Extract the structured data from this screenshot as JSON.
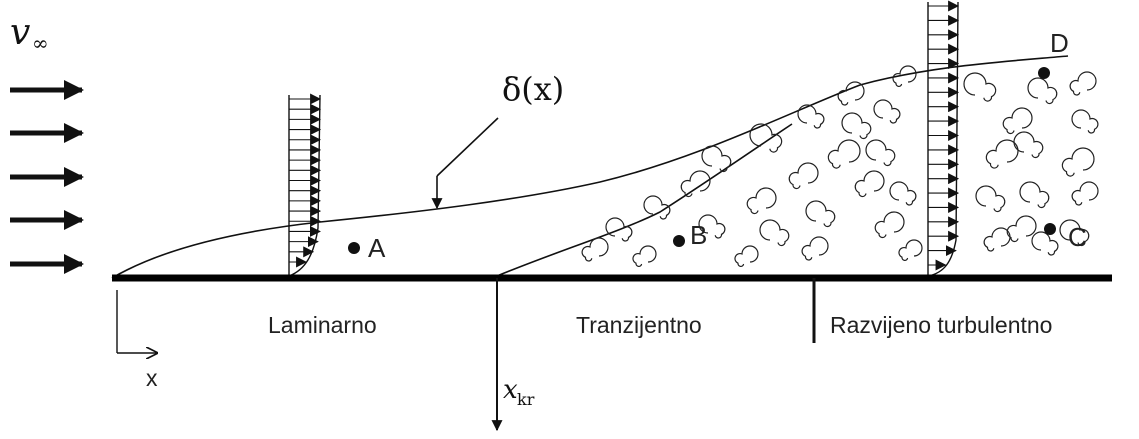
{
  "freestream_label": {
    "symbol": "v",
    "subscript": "∞"
  },
  "delta_label": "δ(x)",
  "points": {
    "a": "A",
    "b": "B",
    "c": "C",
    "d": "D"
  },
  "regions": {
    "laminar": "Laminarno",
    "transitional": "Tranzijentno",
    "turbulent": "Razvijeno turbulentno"
  },
  "x_axis_label": "x",
  "critical_label": {
    "symbol": "x",
    "subscript": "kr"
  }
}
